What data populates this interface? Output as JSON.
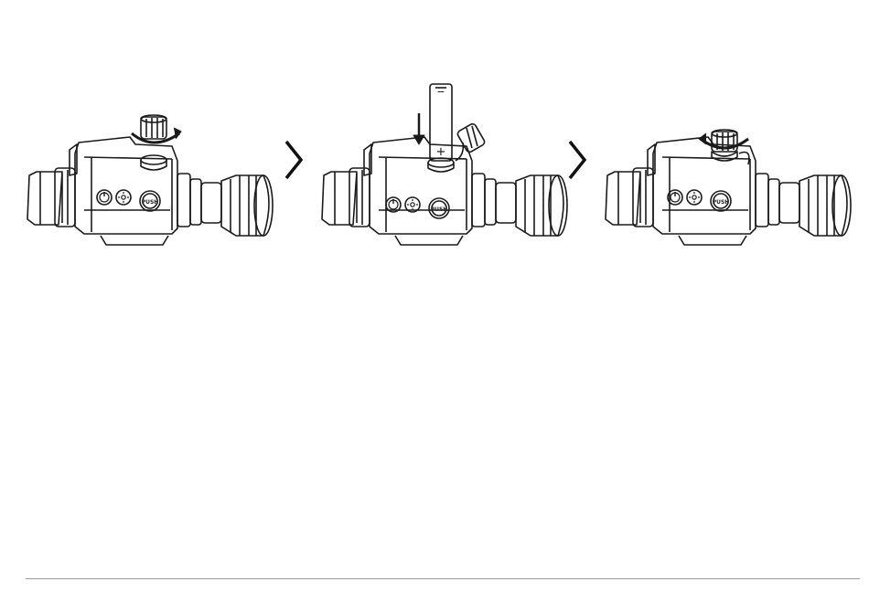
{
  "steps": [
    {
      "id": "step-1",
      "action": "unscrew-battery-cap",
      "button_label": "PUSH"
    },
    {
      "id": "step-2",
      "action": "insert-battery",
      "button_label": "PUSH",
      "battery_top_sign": "−",
      "battery_bottom_sign": "+"
    },
    {
      "id": "step-3",
      "action": "screw-battery-cap",
      "button_label": "PUSH"
    }
  ],
  "icons": [
    "power-icon",
    "brightness-icon",
    "chevron-right-icon",
    "rotate-arrow-icon",
    "down-arrow-icon",
    "battery-icon"
  ],
  "colors": {
    "line": "#1a1a1a",
    "background": "#ffffff",
    "rule": "#9a9a9a"
  }
}
